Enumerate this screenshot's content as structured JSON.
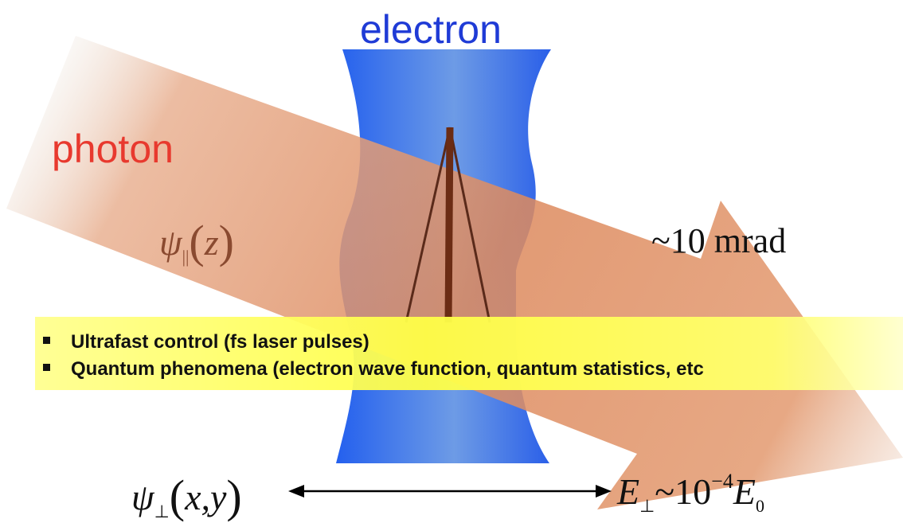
{
  "labels": {
    "electron": "electron",
    "photon": "photon",
    "angle": "~10 mrad"
  },
  "formulas": {
    "psi_parallel": {
      "symbol": "ψ",
      "sub": "||",
      "arg": "z"
    },
    "psi_perp": {
      "symbol": "ψ",
      "sub": "⊥",
      "arg": "x,y"
    },
    "e_perp": {
      "symbol": "E",
      "sub": "⊥",
      "tilde": "~",
      "base": "10",
      "exp": "−4",
      "ref": "E",
      "ref_sub": "0"
    }
  },
  "bullets": [
    "Ultrafast control (fs laser pulses)",
    "Quantum phenomena (electron wave function, quantum statistics, etc"
  ],
  "colors": {
    "electron_blue": "#1f3bd6",
    "photon_red": "#e8392e",
    "photon_beam": "#e0946e",
    "electron_beam": "#2a66f0",
    "highlight": "#ffff55"
  }
}
